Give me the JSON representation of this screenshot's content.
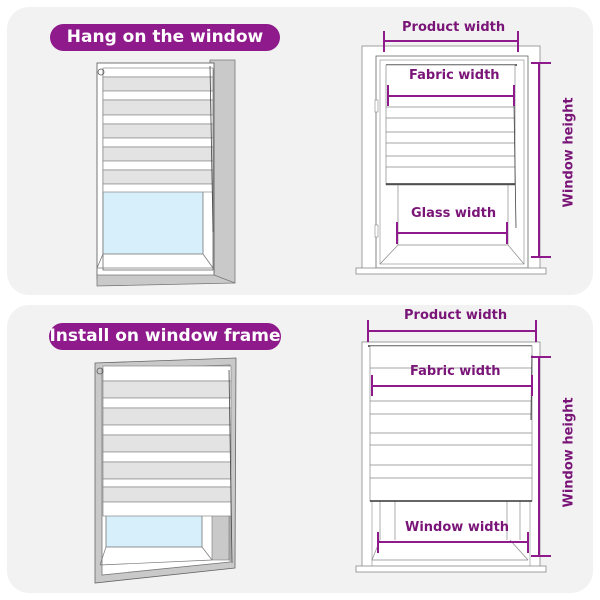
{
  "colors": {
    "accent": "#8e1a8c",
    "panel_bg": "#f2f2f2",
    "glass": "#d6effb",
    "stripe": "#e3e3e3",
    "frame_gray": "#c8c8c8"
  },
  "sections": [
    {
      "title": "Hang on the window",
      "diagram": {
        "product_width_label": "Product  width",
        "fabric_width_label": "Fabric  width",
        "bottom_width_label": "Glass  width",
        "height_label": "Window height"
      }
    },
    {
      "title": "Install on window frame",
      "diagram": {
        "product_width_label": "Product  width",
        "fabric_width_label": "Fabric  width",
        "bottom_width_label": "Window width",
        "height_label": "Window height"
      }
    }
  ]
}
